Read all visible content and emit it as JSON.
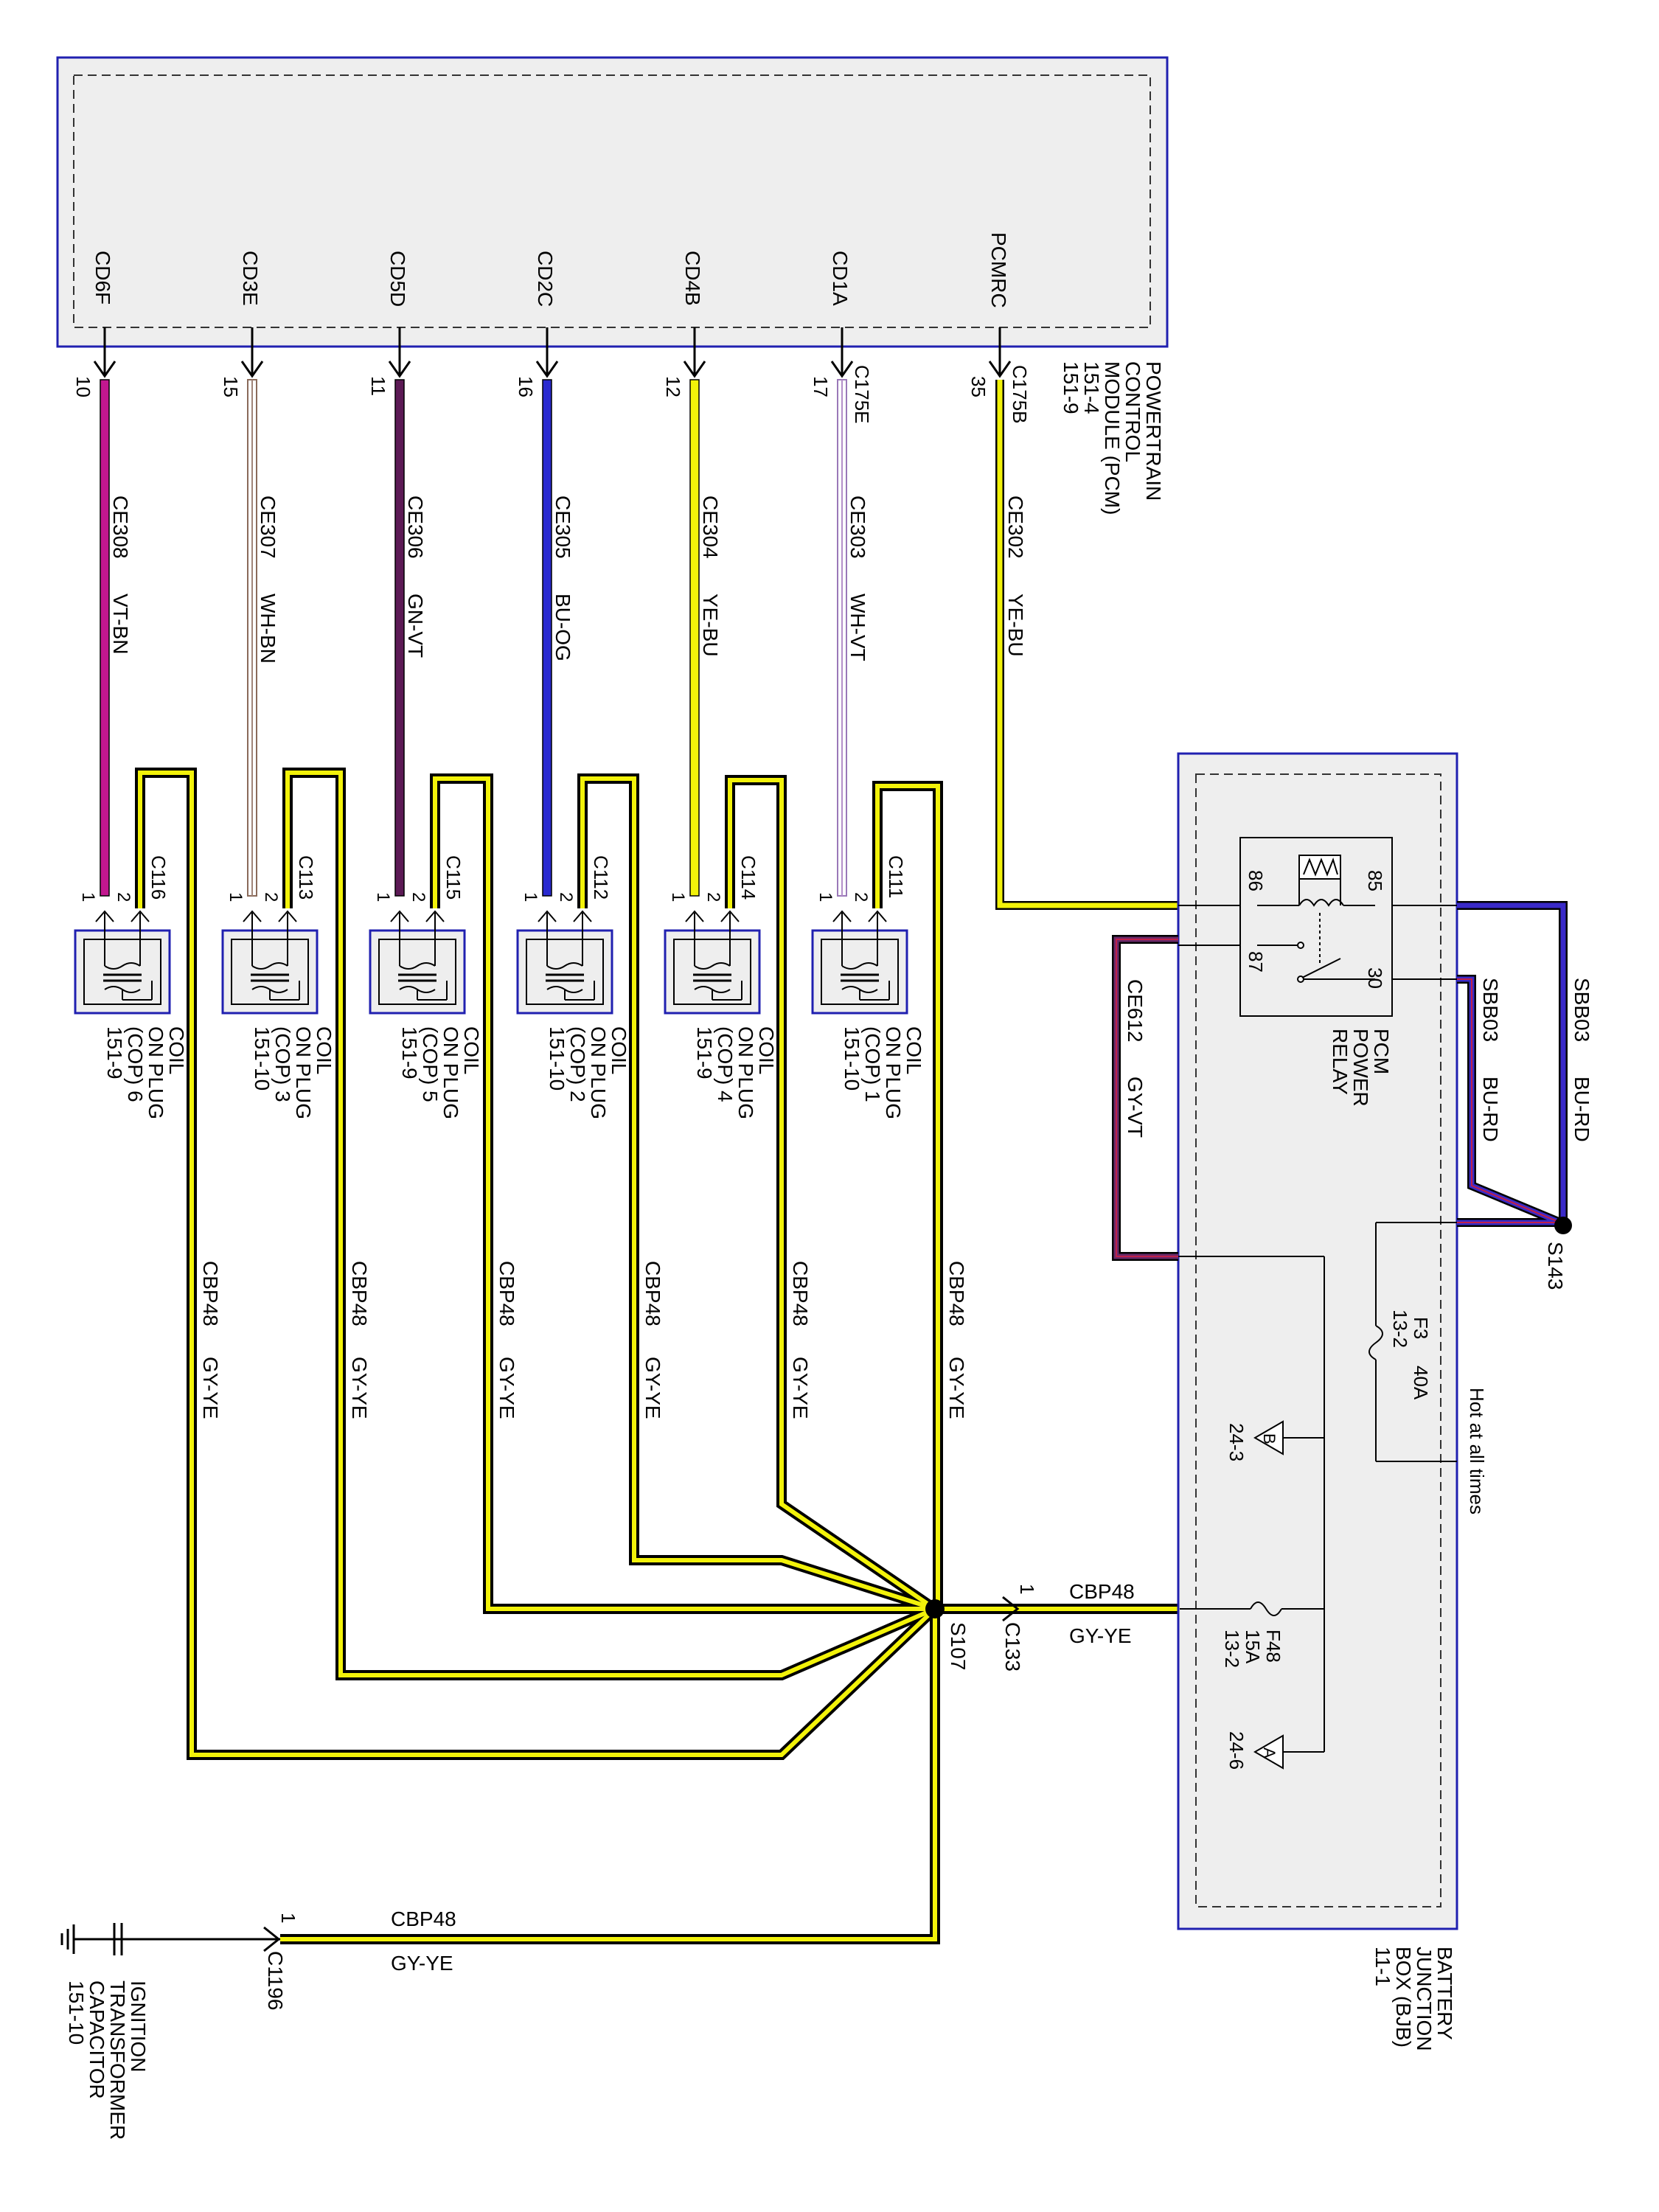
{
  "pcm": {
    "title": [
      "POWERTRAIN",
      "CONTROL",
      "MODULE (PCM)",
      "151-4",
      "151-9"
    ],
    "pins": [
      {
        "pin": "CD6F",
        "conn": "",
        "num": "10",
        "circuit": "CE308",
        "color": "VT-BN",
        "wire_hex": "#c2178f"
      },
      {
        "pin": "CD3E",
        "conn": "",
        "num": "15",
        "circuit": "CE307",
        "color": "WH-BN",
        "wire_hex": "#a08578"
      },
      {
        "pin": "CD5D",
        "conn": "",
        "num": "11",
        "circuit": "CE306",
        "color": "GN-VT",
        "wire_hex": "#5c1a55"
      },
      {
        "pin": "CD2C",
        "conn": "",
        "num": "16",
        "circuit": "CE305",
        "color": "BU-OG",
        "wire_hex": "#2a2ad0"
      },
      {
        "pin": "CD4B",
        "conn": "",
        "num": "12",
        "circuit": "CE304",
        "color": "YE-BU",
        "wire_hex": "#f2f20a"
      },
      {
        "pin": "CD1A",
        "conn": "C175E",
        "num": "17",
        "circuit": "CE303",
        "color": "WH-VT",
        "wire_hex": "#b48fc9"
      },
      {
        "pin": "PCMRC",
        "conn": "C175B",
        "num": "35",
        "circuit": "CE302",
        "color": "YE-BU",
        "wire_hex": "#f2f20a"
      }
    ]
  },
  "coils": [
    {
      "conn": "C116",
      "title": [
        "COIL",
        "ON PLUG",
        "(COP) 6",
        "151-9"
      ],
      "pin1": "1",
      "pin2": "2"
    },
    {
      "conn": "C113",
      "title": [
        "COIL",
        "ON PLUG",
        "(COP) 3",
        "151-10"
      ],
      "pin1": "1",
      "pin2": "2"
    },
    {
      "conn": "C115",
      "title": [
        "COIL",
        "ON PLUG",
        "(COP) 5",
        "151-9"
      ],
      "pin1": "1",
      "pin2": "2"
    },
    {
      "conn": "C112",
      "title": [
        "COIL",
        "ON PLUG",
        "(COP) 2",
        "151-10"
      ],
      "pin1": "1",
      "pin2": "2"
    },
    {
      "conn": "C114",
      "title": [
        "COIL",
        "ON PLUG",
        "(COP) 4",
        "151-9"
      ],
      "pin1": "1",
      "pin2": "2"
    },
    {
      "conn": "C111",
      "title": [
        "COIL",
        "ON PLUG",
        "(COP) 1",
        "151-10"
      ],
      "pin1": "1",
      "pin2": "2"
    }
  ],
  "feed": {
    "circuit": "CBP48",
    "color": "GY-YE"
  },
  "splices": {
    "s107": "S107",
    "s143": "S143"
  },
  "c133": {
    "conn": "C133",
    "pin": "1"
  },
  "c1196": {
    "conn": "C1196",
    "pin": "1"
  },
  "capacitor": {
    "title": [
      "IGNITION",
      "TRANSFORMER",
      "CAPACITOR",
      "151-10"
    ]
  },
  "relay": {
    "title": [
      "PCM",
      "POWER",
      "RELAY"
    ],
    "pins": {
      "p86": "86",
      "p85": "85",
      "p87": "87",
      "p30": "30"
    },
    "out_circuit": "CE612",
    "out_color": "GY-VT"
  },
  "bjb": {
    "title": [
      "BATTERY",
      "JUNCTION",
      "BOX (BJB)",
      "11-1"
    ],
    "hot": "Hot at all times",
    "f3": {
      "name": "F3",
      "rating": "40A",
      "ref": "13-2"
    },
    "f48": {
      "name": "F48",
      "rating": "15A",
      "ref": "13-2"
    },
    "tri_b": {
      "letter": "B",
      "ref": "24-3"
    },
    "tri_a": {
      "letter": "A",
      "ref": "24-6"
    }
  },
  "sbb03_upper": {
    "circuit": "SBB03",
    "color": "BU-RD"
  },
  "sbb03_lower": {
    "circuit": "SBB03",
    "color": "BU-RD"
  },
  "colors": {
    "gy_ye_outer": "#000000",
    "gy_ye_inner": "#f2f20a",
    "bu_rd": "#3a2ac8",
    "gy_vt": "#6a2a6a",
    "box_blue": "#2020b0",
    "box_fill": "#eeeeee"
  }
}
